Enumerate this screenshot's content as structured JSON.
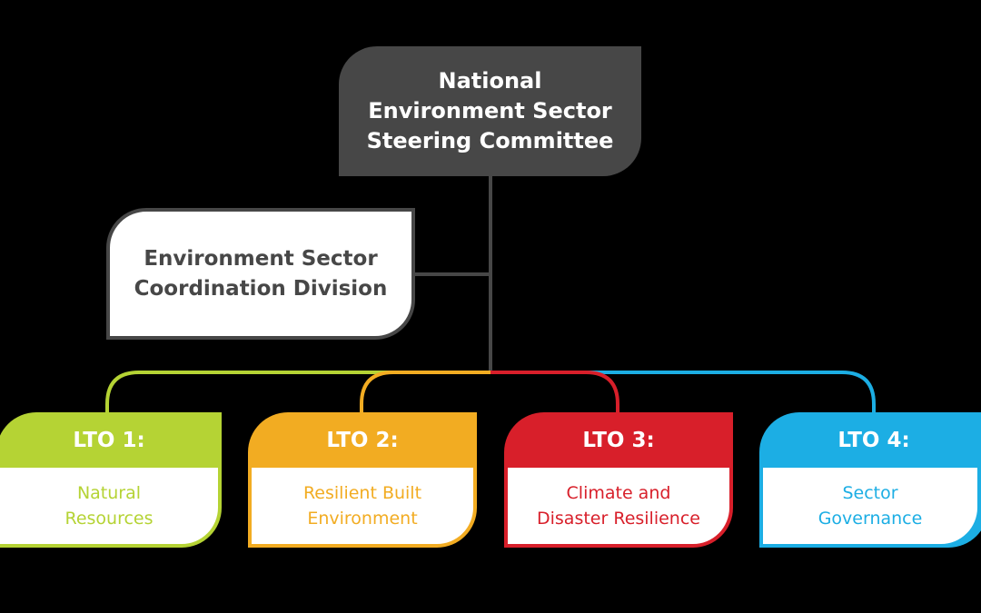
{
  "colors": {
    "dark": "#474747",
    "green": "#b5d334",
    "orange": "#f2ac22",
    "red": "#d81f2a",
    "blue": "#1caee4"
  },
  "top": {
    "lines": [
      "National",
      "Environment Sector",
      "Steering Committee"
    ]
  },
  "coordination": {
    "lines": [
      "Environment Sector",
      "Coordination Division"
    ]
  },
  "ltos": [
    {
      "label": "LTO 1:",
      "lines": [
        "Natural",
        "Resources"
      ],
      "color": "#b5d334"
    },
    {
      "label": "LTO 2:",
      "lines": [
        "Resilient Built",
        "Environment"
      ],
      "color": "#f2ac22"
    },
    {
      "label": "LTO 3:",
      "lines": [
        "Climate and",
        "Disaster Resilience"
      ],
      "color": "#d81f2a"
    },
    {
      "label": "LTO 4:",
      "lines": [
        "Sector",
        "Governance"
      ],
      "color": "#1caee4"
    }
  ]
}
